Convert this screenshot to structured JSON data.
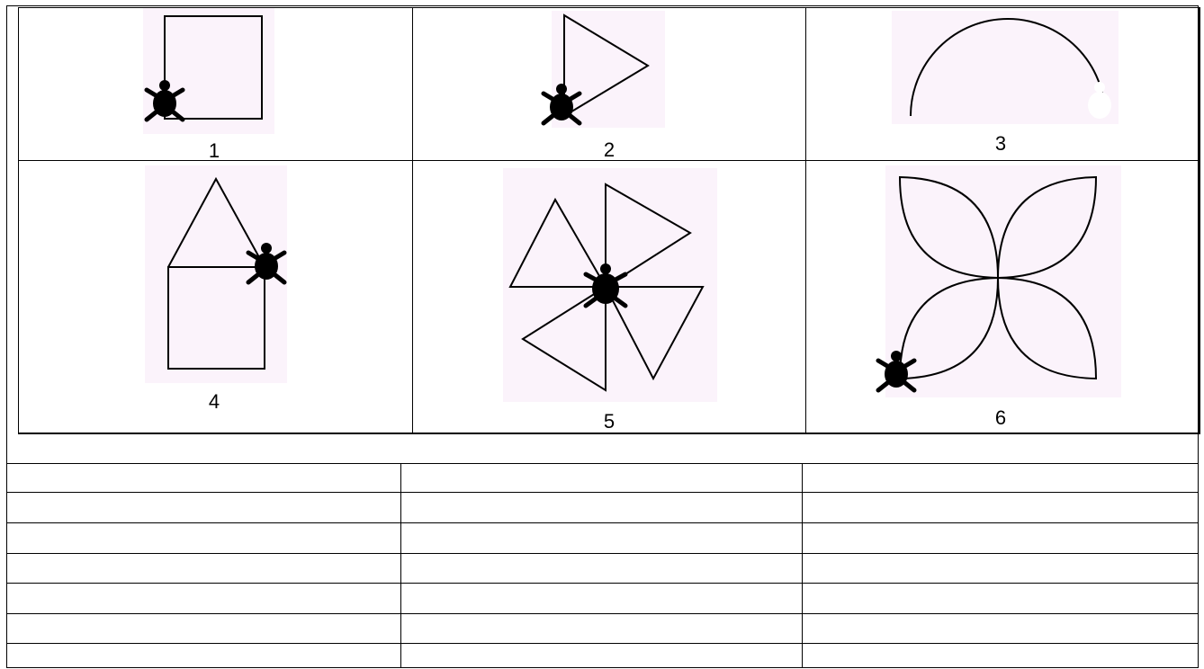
{
  "figures": [
    {
      "label": "1",
      "shape": "square",
      "turtle": "black"
    },
    {
      "label": "2",
      "shape": "triangle",
      "turtle": "black"
    },
    {
      "label": "3",
      "shape": "semicircle-arc",
      "turtle": "white"
    },
    {
      "label": "4",
      "shape": "house",
      "turtle": "black"
    },
    {
      "label": "5",
      "shape": "pinwheel-of-four-triangles",
      "turtle": "black"
    },
    {
      "label": "6",
      "shape": "four-petal-flower",
      "turtle": "black"
    }
  ],
  "answer_table": {
    "rows": 7,
    "columns": 3
  },
  "colors": {
    "line": "#000000",
    "panel": "#fbf3fb",
    "turtle": "#000000"
  }
}
